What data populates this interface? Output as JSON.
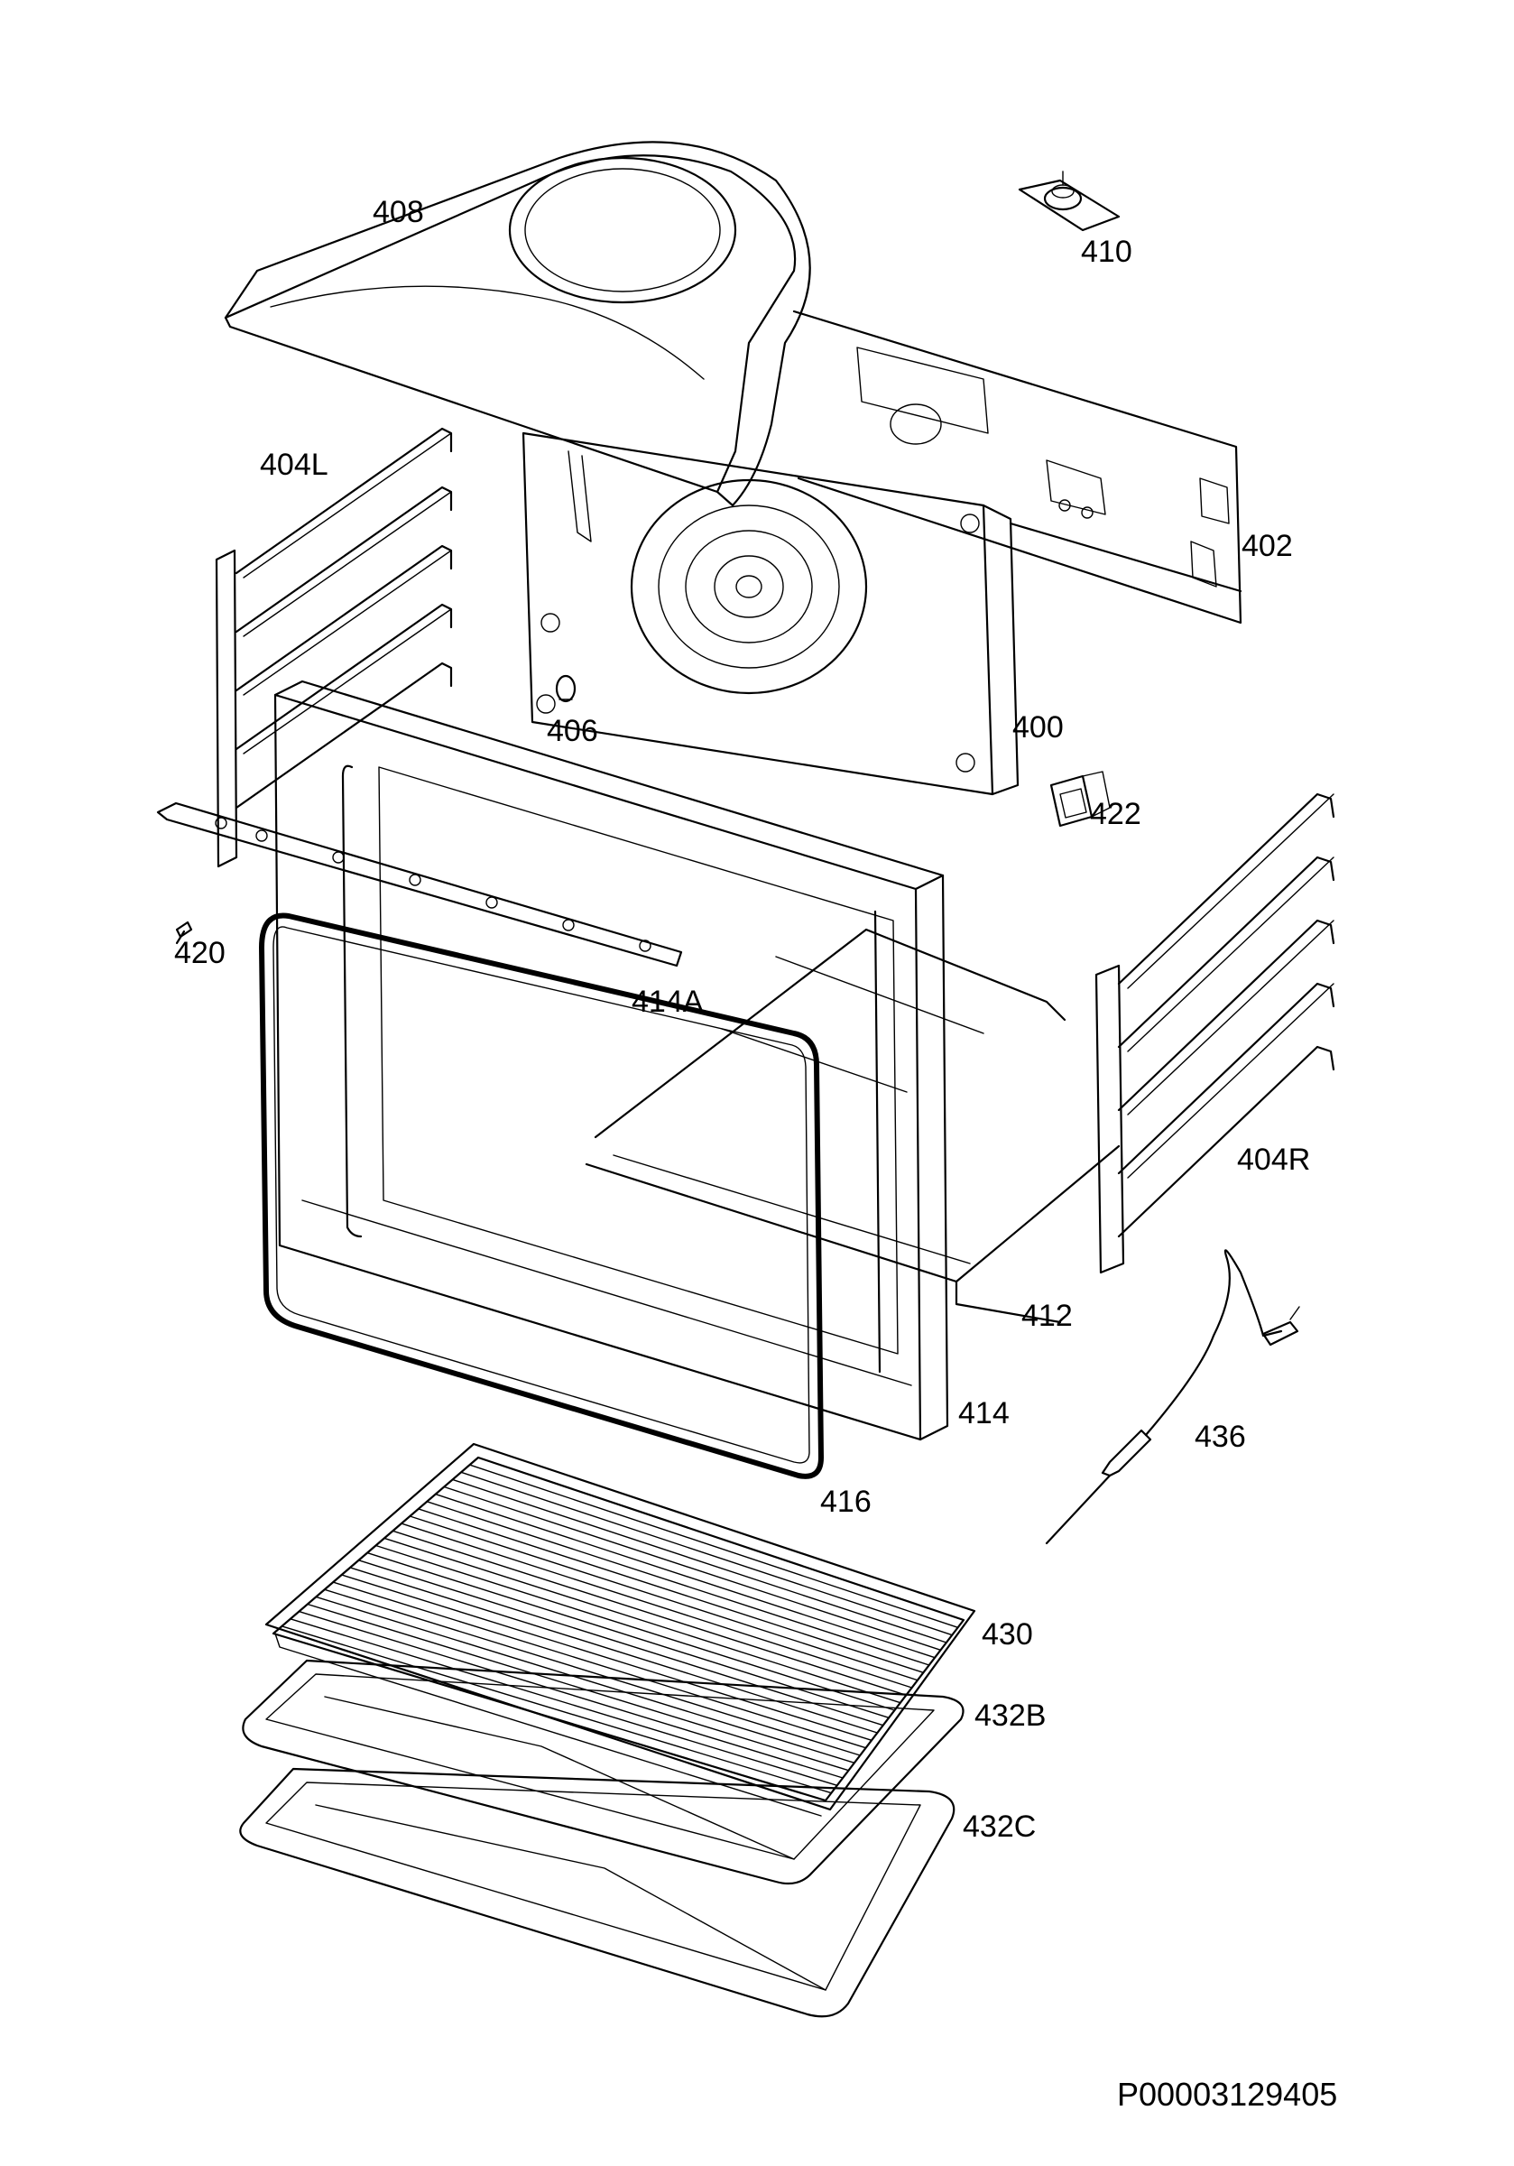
{
  "labels": {
    "p408": "408",
    "p410": "410",
    "p404L": "404L",
    "p402": "402",
    "p406": "406",
    "p400": "400",
    "p422": "422",
    "p420": "420",
    "p414A": "414A",
    "p404R": "404R",
    "p412": "412",
    "p414": "414",
    "p436": "436",
    "p416": "416",
    "p430": "430",
    "p432B": "432B",
    "p432C": "432C"
  },
  "drawing_code": "P00003129405"
}
